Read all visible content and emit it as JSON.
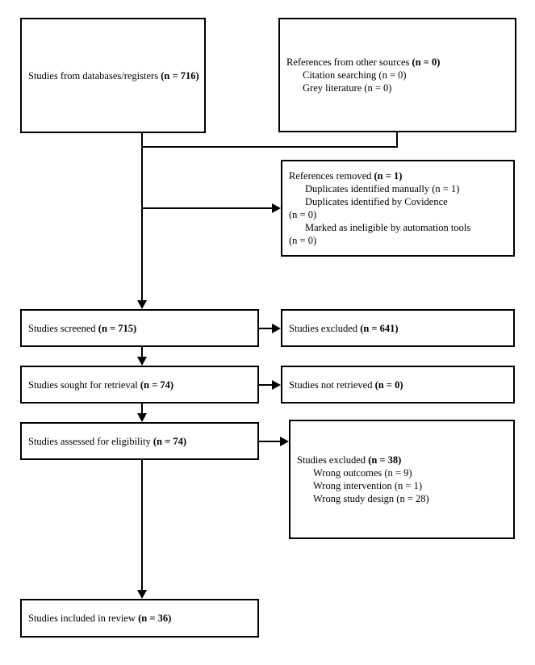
{
  "diagram": {
    "type": "prisma-flow-diagram",
    "nodes": {
      "databases": {
        "lines": [
          {
            "text": "Studies from databases/registers ",
            "bold_tail": "(n = 716)",
            "indent": false
          }
        ]
      },
      "other_sources": {
        "lines": [
          {
            "text": "References from other sources ",
            "bold_tail": "(n = 0)",
            "indent": false
          },
          {
            "text": "Citation searching (n = 0)",
            "bold_tail": "",
            "indent": true
          },
          {
            "text": "Grey literature (n = 0)",
            "bold_tail": "",
            "indent": true
          }
        ]
      },
      "references_removed": {
        "lines": [
          {
            "text": "References removed ",
            "bold_tail": "(n = 1)",
            "indent": false
          },
          {
            "text": "Duplicates identified manually (n = 1)",
            "bold_tail": "",
            "indent": true
          },
          {
            "text": "Duplicates identified by Covidence",
            "bold_tail": "",
            "indent": true
          },
          {
            "text": "(n = 0)",
            "bold_tail": "",
            "indent": false
          },
          {
            "text": "Marked as ineligible by automation tools",
            "bold_tail": "",
            "indent": true
          },
          {
            "text": "(n = 0)",
            "bold_tail": "",
            "indent": false
          }
        ]
      },
      "screened": {
        "lines": [
          {
            "text": "Studies screened ",
            "bold_tail": "(n = 715)",
            "indent": false
          }
        ]
      },
      "excluded_screening": {
        "lines": [
          {
            "text": "Studies excluded ",
            "bold_tail": "(n = 641)",
            "indent": false
          }
        ]
      },
      "sought_retrieval": {
        "lines": [
          {
            "text": "Studies sought for retrieval ",
            "bold_tail": "(n = 74)",
            "indent": false
          }
        ]
      },
      "not_retrieved": {
        "lines": [
          {
            "text": "Studies not retrieved ",
            "bold_tail": "(n = 0)",
            "indent": false
          }
        ]
      },
      "assessed_eligibility": {
        "lines": [
          {
            "text": "Studies assessed for eligibility ",
            "bold_tail": "(n = 74)",
            "indent": false
          }
        ]
      },
      "excluded_eligibility": {
        "lines": [
          {
            "text": "Studies excluded ",
            "bold_tail": "(n = 38)",
            "indent": false
          },
          {
            "text": "Wrong outcomes (n = 9)",
            "bold_tail": "",
            "indent": true
          },
          {
            "text": "Wrong intervention (n = 1)",
            "bold_tail": "",
            "indent": true
          },
          {
            "text": "Wrong study design (n = 28)",
            "bold_tail": "",
            "indent": true
          }
        ]
      },
      "included_review": {
        "lines": [
          {
            "text": "Studies included in review ",
            "bold_tail": "(n = 36)",
            "indent": false
          }
        ]
      }
    },
    "colors": {
      "stroke": "#000000",
      "background": "#ffffff",
      "text": "#000000"
    }
  }
}
